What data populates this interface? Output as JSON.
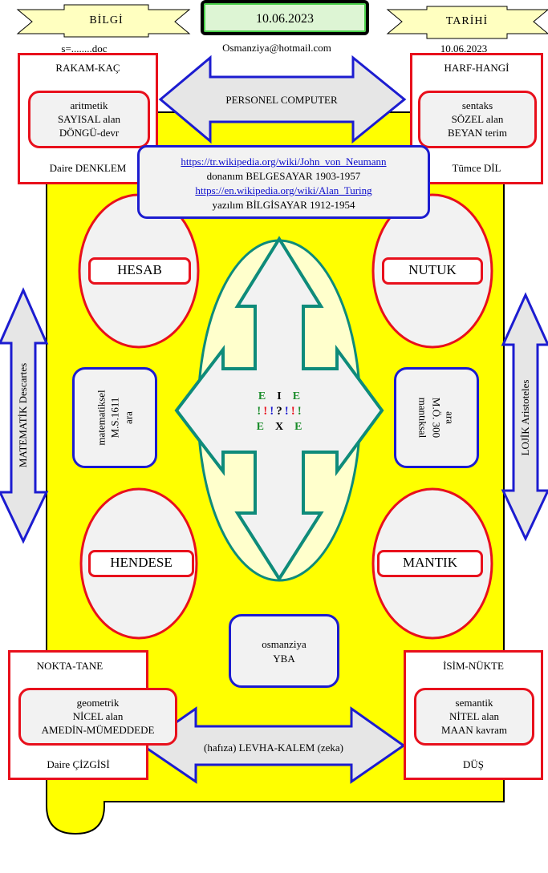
{
  "header": {
    "left_ribbon": "BİLGİ",
    "right_ribbon": "TARİHİ",
    "date": "10.06.2023",
    "email": "Osmanziya@hotmail.com",
    "file_label": "s=........doc",
    "right_date": "10.06.2023"
  },
  "corners": {
    "top_left": {
      "title": "RAKAM-KAÇ",
      "inner": [
        "aritmetik",
        "SAYISAL alan",
        "DÖNGÜ-devr"
      ],
      "footer": "Daire DENKLEM"
    },
    "top_right": {
      "title": "HARF-HANGİ",
      "inner": [
        "sentaks",
        "SÖZEL alan",
        "BEYAN terim"
      ],
      "footer": "Tümce DİL"
    },
    "bottom_left": {
      "title": "NOKTA-TANE",
      "inner": [
        "geometrik",
        "NİCEL alan",
        "AMEDİN-MÜMEDDEDE"
      ],
      "footer": "Daire ÇİZGİSİ"
    },
    "bottom_right": {
      "title": "İSİM-NÜKTE",
      "inner": [
        "semantik",
        "NİTEL alan",
        "MAAN kavram"
      ],
      "footer": "DÜŞ"
    }
  },
  "arrows": {
    "top": "PERSONEL COMPUTER",
    "bottom": "(hafıza) LEVHA-KALEM (zeka)",
    "left": "MATEMATİK Descartes",
    "right": "LOJİK Aristoteles"
  },
  "center_box": {
    "link1": "https://tr.wikipedia.org/wiki/John_von_Neumann",
    "line2": "donanım BELGESAYAR 1903-1957",
    "link3": "https://en.wikipedia.org/wiki/Alan_Turing",
    "line4": "yazılım BİLGİSAYAR 1912-1954"
  },
  "ellipses": {
    "top_left": "HESAB",
    "top_right": "NUTUK",
    "bottom_left": "HENDESE",
    "bottom_right": "MANTIK"
  },
  "side_boxes": {
    "left": [
      "matematiksel",
      "M.S.1611",
      "ara"
    ],
    "right": [
      "ara",
      "M.Ö. 300",
      "mantıksal"
    ]
  },
  "center_glyphs": {
    "row1": [
      "E",
      "I",
      "E"
    ],
    "row2": [
      "!",
      "!",
      "!",
      "?",
      "!",
      "!",
      "!"
    ],
    "row3": [
      "E",
      "X",
      "E"
    ]
  },
  "bottom_box": [
    "osmanziya",
    "YBA"
  ],
  "colors": {
    "yellow": "#ffff00",
    "red": "#e8101c",
    "blue": "#1c1cd0",
    "teal": "#0e8b7a",
    "green": "#1a8c2a"
  }
}
